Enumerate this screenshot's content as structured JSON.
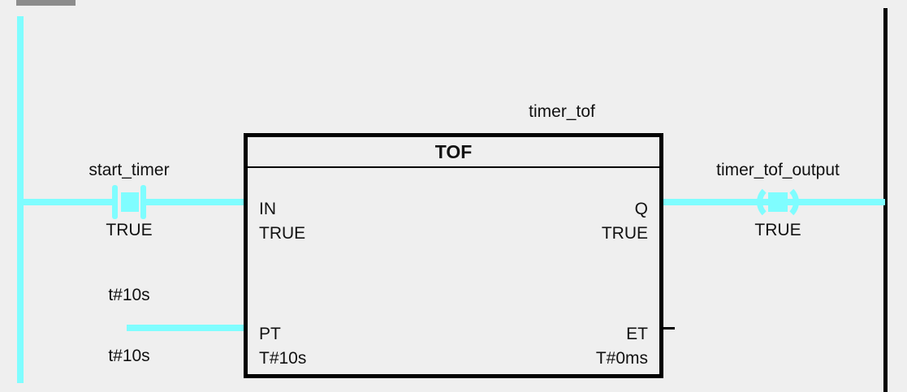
{
  "diagram": {
    "type": "ladder-logic-rung",
    "colors": {
      "energized_wire": "#7FFDFF",
      "rail_right": "#000000",
      "background": "#EFEFEF",
      "block_border": "#000000",
      "gray_bar": "#8C8C8C",
      "text": "#111111"
    }
  },
  "rails": {
    "left_rail_name": "power-rail-left",
    "right_rail_name": "power-rail-right"
  },
  "contact": {
    "variable": "start_timer",
    "value": "TRUE",
    "kind": "normally-open-contact"
  },
  "function_block": {
    "instance_name": "timer_tof",
    "type_name": "TOF",
    "inputs": [
      {
        "pin": "IN",
        "value": "TRUE"
      },
      {
        "pin": "PT",
        "value": "T#10s"
      }
    ],
    "outputs": [
      {
        "pin": "Q",
        "value": "TRUE"
      },
      {
        "pin": "ET",
        "value": "T#0ms"
      }
    ]
  },
  "pt_literal": {
    "above": "t#10s",
    "below": "t#10s"
  },
  "coil": {
    "variable": "timer_tof_output",
    "value": "TRUE",
    "kind": "output-coil"
  }
}
